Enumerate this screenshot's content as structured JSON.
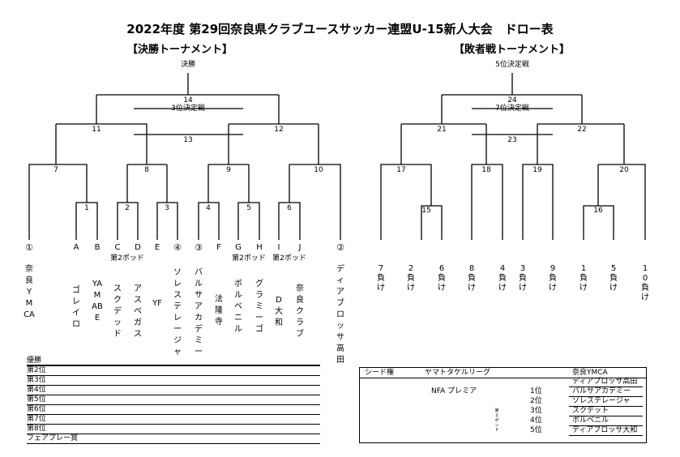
{
  "title": "2022年度 第29回奈良県クラブユースサッカー連盟U-15新人大会　ドロー表",
  "main_section": "【決勝トーナメント】",
  "loser_section": "【敗者戦トーナメント】",
  "final_label": "決勝",
  "fifth_label": "5位決定戦",
  "main": {
    "m14": "14",
    "third_label": "3位決定戦",
    "m11": "11",
    "m12": "12",
    "m13": "13",
    "m7": "7",
    "m8": "8",
    "m9": "9",
    "m10": "10",
    "m1": "1",
    "m2": "2",
    "m3": "3",
    "m4": "4",
    "m5": "5",
    "m6": "6"
  },
  "slots": [
    "①",
    "A",
    "B",
    "C",
    "D",
    "E",
    "④",
    "③",
    "F",
    "G",
    "H",
    "I",
    "J",
    "②"
  ],
  "pots": [
    "第2ポッド",
    "第2ポッド",
    "第2ポッド"
  ],
  "teams": [
    "奈良YMCA",
    "ゴレイロ",
    "YAMABE",
    "スクデッド",
    "アスペガス",
    "YF",
    "ソレステレージャ",
    "バルサアカデミー",
    "法隆寺",
    "ボルベニル",
    "グラミーゴ",
    "D大和",
    "奈良クラブ",
    "ディアブロッサ高田"
  ],
  "loser": {
    "m24": "24",
    "seventh_label": "7位決定戦",
    "m21": "21",
    "m22": "22",
    "m23": "23",
    "m17": "17",
    "m18": "18",
    "m19": "19",
    "m20": "20",
    "m15": "15",
    "m16": "16"
  },
  "losers": [
    "7負け",
    "2負け",
    "6負け",
    "8負け",
    "4負け",
    "3負け",
    "9負け",
    "1負け",
    "5負け",
    "10負け"
  ],
  "results": [
    "優勝",
    "第2位",
    "第3位",
    "第4位",
    "第5位",
    "第6位",
    "第7位",
    "第8位",
    "フェアプレー賞"
  ],
  "seeds": {
    "header": "シード権",
    "league": "ヤマトタケルリーグ",
    "league_teams": [
      "奈良YMCA",
      "ディアブロッサ高田"
    ],
    "premier": "NFA プレミア",
    "pot_label": "第2ポッド",
    "ranks": [
      "1位",
      "2位",
      "3位",
      "4位",
      "5位"
    ],
    "premier_teams": [
      "バルサアカデミー",
      "ソレステレージャ",
      "スクデット",
      "ボルベニル",
      "ディアブロッサ大和"
    ]
  }
}
